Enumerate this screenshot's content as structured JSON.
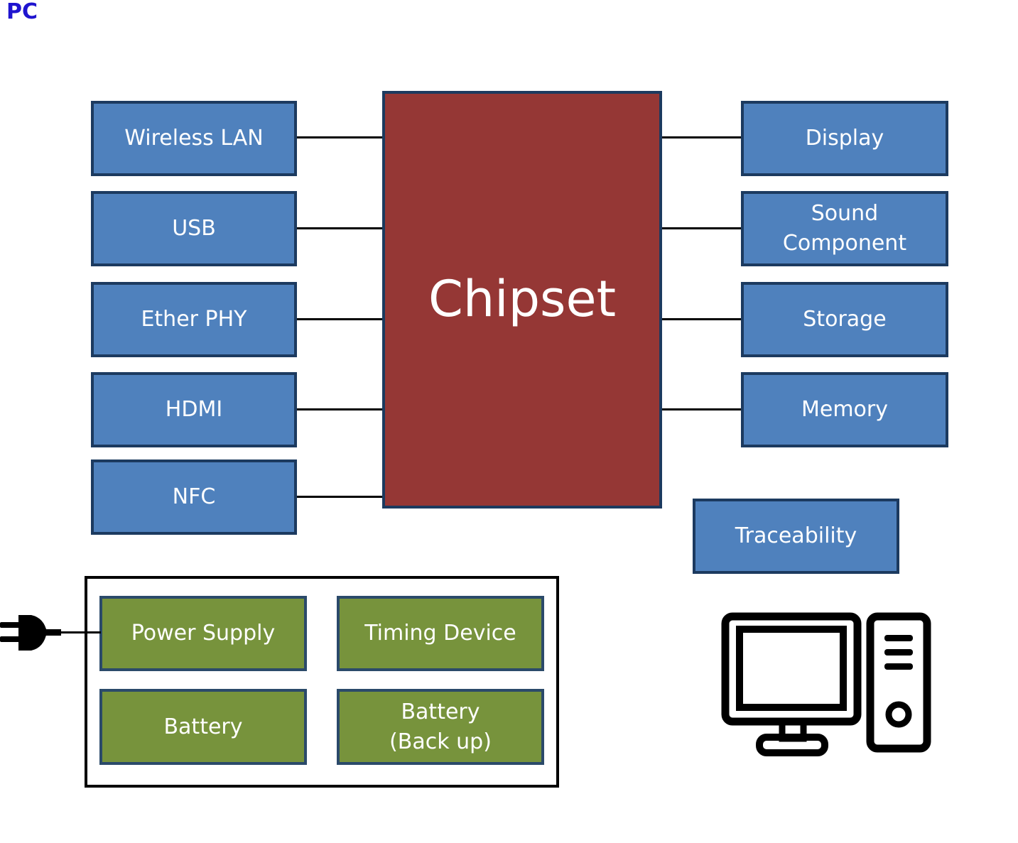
{
  "title": "PC",
  "chipset": {
    "label": "Chipset"
  },
  "left_components": [
    {
      "label": "Wireless LAN"
    },
    {
      "label": "USB"
    },
    {
      "label": "Ether PHY"
    },
    {
      "label": "HDMI"
    },
    {
      "label": "NFC"
    }
  ],
  "right_components": [
    {
      "label": "Display"
    },
    {
      "label": "Sound\nComponent"
    },
    {
      "label": "Storage"
    },
    {
      "label": "Memory"
    }
  ],
  "traceability": {
    "label": "Traceability"
  },
  "power_group": [
    {
      "label": "Power Supply"
    },
    {
      "label": "Timing Device"
    },
    {
      "label": "Battery"
    },
    {
      "label": "Battery\n(Back up)"
    }
  ],
  "colors": {
    "title": "#1f14cf",
    "component_fill": "#4f81bd",
    "component_border": "#1c3a5f",
    "chipset_fill": "#953735",
    "power_fill": "#77933c"
  },
  "icons": {
    "plug": "power-plug-icon",
    "computer": "desktop-computer-icon"
  }
}
